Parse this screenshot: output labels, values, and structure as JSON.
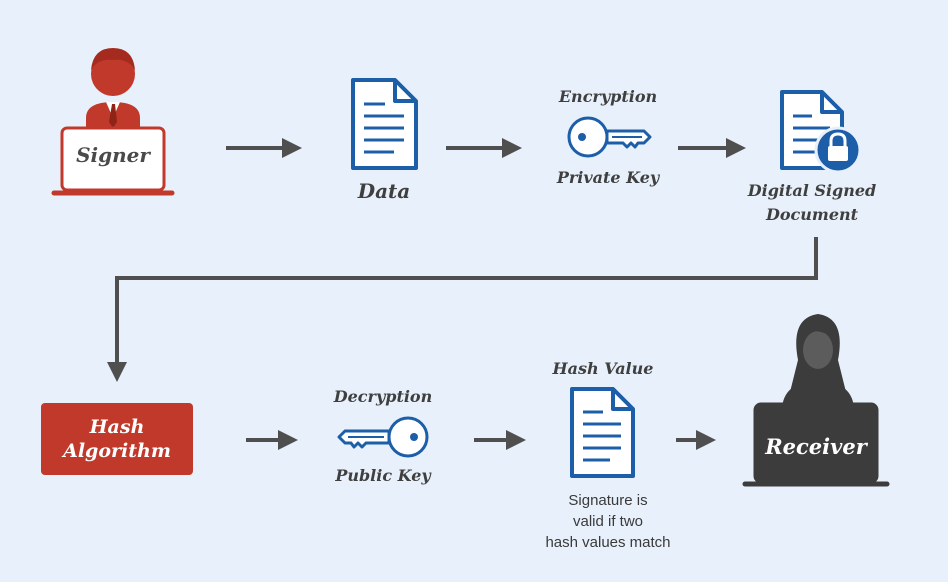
{
  "signer": {
    "label": "Signer"
  },
  "data_doc": {
    "label": "Data"
  },
  "encryption": {
    "title": "Encryption",
    "key_label": "Private Key"
  },
  "signed_doc": {
    "line1": "Digital Signed",
    "line2": "Document"
  },
  "hash_algorithm": {
    "line1": "Hash",
    "line2": "Algorithm"
  },
  "decryption": {
    "title": "Decryption",
    "key_label": "Public Key"
  },
  "hash_value": {
    "title": "Hash Value",
    "note_line1": "Signature is",
    "note_line2": "valid if two",
    "note_line3": "hash values match"
  },
  "receiver": {
    "label": "Receiver"
  },
  "colors": {
    "red": "#c0392b",
    "blue": "#1d5ea8",
    "arrow": "#4f4f4f",
    "dark": "#3c3c3c",
    "background": "#e8f1fb"
  }
}
